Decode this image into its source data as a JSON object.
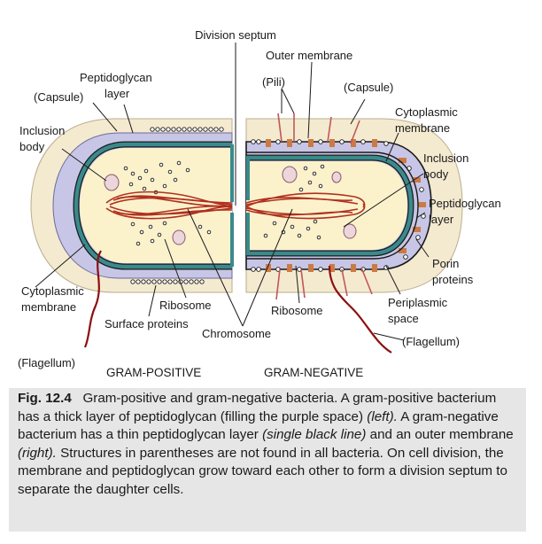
{
  "labels": {
    "division_septum": "Division septum",
    "outer_membrane": "Outer membrane",
    "pili": "(Pili)",
    "capsule_left": "(Capsule)",
    "capsule_right": "(Capsule)",
    "peptidoglycan_left_1": "Peptidoglycan",
    "peptidoglycan_left_2": "layer",
    "inclusion_left_1": "Inclusion",
    "inclusion_left_2": "body",
    "cytoplasmic_right_1": "Cytoplasmic",
    "cytoplasmic_right_2": "membrane",
    "inclusion_right_1": "Inclusion",
    "inclusion_right_2": "body",
    "peptidoglycan_right_1": "Peptidoglycan",
    "peptidoglycan_right_2": "layer",
    "porin_1": "Porin",
    "porin_2": "proteins",
    "periplasmic_1": "Periplasmic",
    "periplasmic_2": "space",
    "cytoplasmic_left_1": "Cytoplasmic",
    "cytoplasmic_left_2": "membrane",
    "ribosome_left": "Ribosome",
    "ribosome_right": "Ribosome",
    "surface_proteins": "Surface proteins",
    "chromosome": "Chromosome",
    "flagellum_left": "(Flagellum)",
    "flagellum_right": "(Flagellum)",
    "gram_positive": "GRAM-POSITIVE",
    "gram_negative": "GRAM-NEGATIVE"
  },
  "caption": {
    "fig_label": "Fig. 12.4",
    "text_1": "Gram-positive and gram-negative bacteria. A gram-positive bacterium has a thick layer of peptidoglycan (filling the purple space) ",
    "italic_1": "(left).",
    "text_2": " A gram-negative bacterium has a thin peptidoglycan layer ",
    "italic_2": "(single black line)",
    "text_3": " and an outer membrane ",
    "italic_3": "(right).",
    "text_4": " Structures in parentheses are not found in all bacteria. On cell division, the membrane and peptidoglycan grow toward each other to form a division septum to separate the daughter cells."
  },
  "colors": {
    "capsule": "#f4ead0",
    "peptidoglycan": "#c8c6e6",
    "membrane": "#3a8a8c",
    "cytoplasm": "#fbf2cc",
    "chromosome": "#b0301f",
    "flagellum": "#8b1010",
    "porin": "#cc7a44",
    "caption_bg": "#e6e6e6"
  }
}
